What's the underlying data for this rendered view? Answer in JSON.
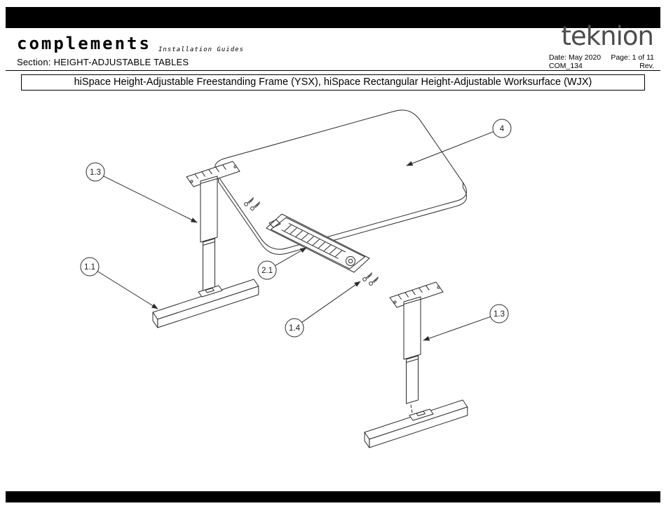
{
  "header": {
    "brand": "complements",
    "brand_tagline": "Installation Guides",
    "section_label": "Section:",
    "section_value": "HEIGHT-ADJUSTABLE TABLES",
    "logo_text": "teknion",
    "date_text": "Date: May 2020",
    "page_text": "Page: 1 of 11",
    "doc_code": "COM_134",
    "rev_text": "Rev."
  },
  "title_bar": {
    "text": "hiSpace Height-Adjustable Freestanding Frame (YSX), hiSpace Rectangular Height-Adjustable Worksurface (WJX)"
  },
  "diagram": {
    "callouts": [
      {
        "id": "1.3",
        "target": "left-leg-column"
      },
      {
        "id": "1.1",
        "target": "left-leg-foot"
      },
      {
        "id": "2.1",
        "target": "crossrail-assembly"
      },
      {
        "id": "1.4",
        "target": "fastener-screws"
      },
      {
        "id": "1.3",
        "target": "right-leg-column"
      },
      {
        "id": "4",
        "target": "worksurface"
      }
    ]
  },
  "colors": {
    "bar": "#000000",
    "line": "#2b2b2b",
    "logo_gray": "#4d4d4d"
  }
}
